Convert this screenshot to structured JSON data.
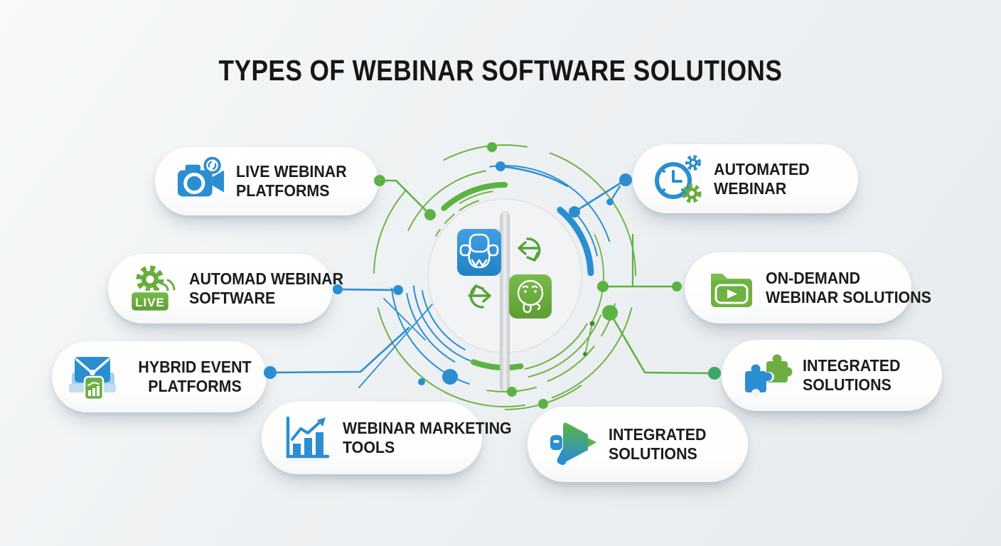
{
  "title": "TYPES OF WEBINAR SOFTWARE SOLUTIONS",
  "colors": {
    "blue": "#2b8ed1",
    "green": "#6cae44",
    "text": "#161616",
    "background": "#eef1f3"
  },
  "center": {
    "left_icon": "presenter-icon",
    "right_icon": "audience-face-icon",
    "sync_icon": "sync-arrows-icon"
  },
  "pills": [
    {
      "id": "live-webinar-platforms",
      "icon": "video-camera-icon",
      "line1": "LIVE WEBINAR",
      "line2": "PLATFORMS"
    },
    {
      "id": "automad-webinar-software",
      "icon": "gear-live-icon",
      "line1": "AUTOMAD WEBINAR",
      "line2": "SOFTWARE",
      "badge": "LIVE"
    },
    {
      "id": "hybrid-event-platforms",
      "icon": "envelope-chart-icon",
      "line1": "HYBRID EVENT",
      "line2": "PLATFORMS"
    },
    {
      "id": "webinar-marketing-tools",
      "icon": "bar-chart-icon",
      "line1": "WEBINAR MARKETING",
      "line2": "TOOLS"
    },
    {
      "id": "automated-webinar",
      "icon": "clock-gears-icon",
      "line1": "AUTOMATED",
      "line2": "WEBINAR"
    },
    {
      "id": "on-demand-webinar-solutions",
      "icon": "folder-play-icon",
      "line1": "ON-DEMAND",
      "line2": "WEBINAR SOLUTIONS"
    },
    {
      "id": "integrated-solutions-puzzle",
      "icon": "puzzle-icon",
      "line1": "INTEGRATED",
      "line2": "SOLUTIONS"
    },
    {
      "id": "integrated-solutions-megaphone",
      "icon": "megaphone-icon",
      "line1": "INTEGRATED",
      "line2": "SOLUTIONS"
    }
  ]
}
